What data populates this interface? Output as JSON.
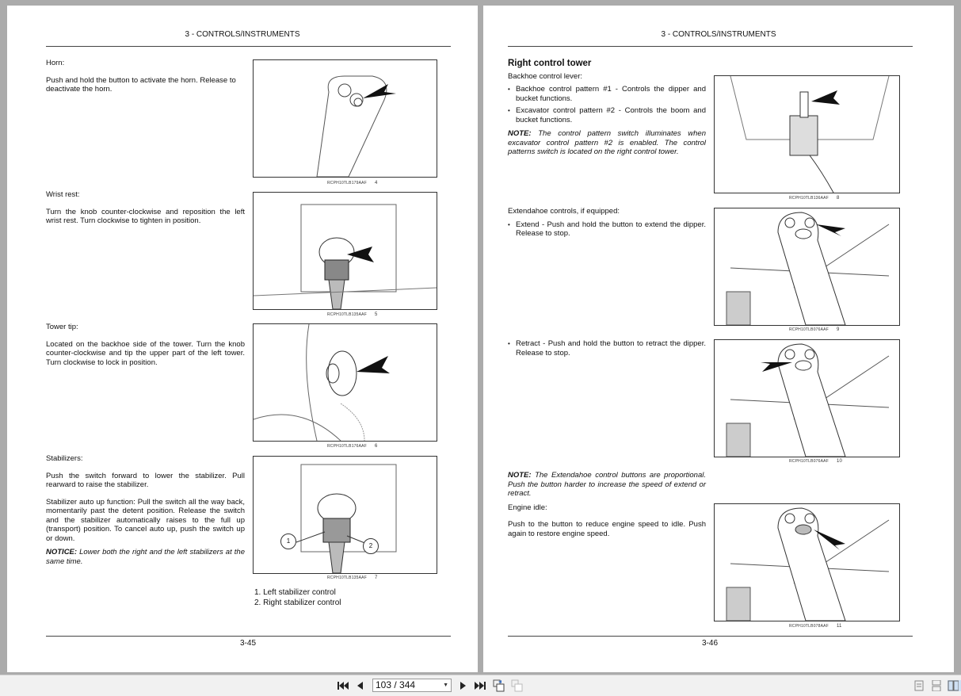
{
  "left_page": {
    "header": "3 - CONTROLS/INSTRUMENTS",
    "footer": "3-45",
    "sections": [
      {
        "title": "Horn:",
        "body": "Push and hold the button to activate the horn. Release to deactivate the horn."
      },
      {
        "title": "Wrist rest:",
        "body": "Turn the knob counter-clockwise and reposition the left wrist rest. Turn clockwise to tighten in position."
      },
      {
        "title": "Tower tip:",
        "body": "Located on the backhoe side of the tower. Turn the knob counter-clockwise and tip the upper part of the left tower. Turn clockwise to lock in position."
      },
      {
        "title": "Stabilizers:",
        "body": "Push the switch forward to lower the stabilizer. Pull rearward to raise the stabilizer.",
        "body2": "Stabilizer auto up function:  Pull the switch all the way back, momentarily past the detent position.  Release the switch and the stabilizer automatically raises to the full up (transport) position.  To cancel auto up, push the switch up or down.",
        "notice_label": "NOTICE:",
        "notice_text": " Lower both the right and the left stabilizers at the same time."
      }
    ],
    "figures": [
      {
        "code": "RCPH10TLB179AAF",
        "number": "4"
      },
      {
        "code": "RCPH10TLB135AAF",
        "number": "5"
      },
      {
        "code": "RCPH10TLB176AAF",
        "number": "6"
      },
      {
        "code": "RCPH10TLB135AAF",
        "number": "7",
        "callouts": [
          "1",
          "2"
        ]
      }
    ],
    "legend": [
      "1.  Left stabilizer control",
      "2.  Right stabilizer control"
    ]
  },
  "right_page": {
    "header": "3 - CONTROLS/INSTRUMENTS",
    "footer": "3-46",
    "title": "Right control tower",
    "backhoe_label": "Backhoe control lever:",
    "backhoe_bullets": [
      "Backhoe control pattern #1 - Controls the dipper and bucket functions.",
      "Excavator control pattern #2 - Controls the boom and bucket functions."
    ],
    "note1_label": "NOTE:",
    "note1_text": " The control pattern switch illuminates when excavator control pattern #2 is enabled.  The control patterns switch is located on the right control tower.",
    "extendahoe_label": "Extendahoe controls, if equipped:",
    "extend_bullet": "Extend - Push and hold the button to extend the dipper. Release to stop.",
    "retract_bullet": "Retract - Push and hold the button to retract the dipper. Release to stop.",
    "note2_label": "NOTE:",
    "note2_text": " The Extendahoe control buttons are proportional. Push the button harder to increase the speed of extend or retract.",
    "engine_idle_label": "Engine idle:",
    "engine_idle_body": "Push to the button to reduce engine speed to idle.  Push again to restore engine speed.",
    "figures": [
      {
        "code": "RCPH10TLB136AAF",
        "number": "8"
      },
      {
        "code": "RCPH10TLB076AAF",
        "number": "9"
      },
      {
        "code": "RCPH10TLB076AAF",
        "number": "10"
      },
      {
        "code": "RCPH10TLB078AAF",
        "number": "11"
      }
    ]
  },
  "toolbar": {
    "first_page": "first-page-icon",
    "prev_page": "prev-page-icon",
    "page_indicator": "103 / 344",
    "next_page": "next-page-icon",
    "last_page": "last-page-icon",
    "views": [
      "single-page-view",
      "continuous-view",
      "two-page-view"
    ],
    "active_view": "two-page-view"
  }
}
